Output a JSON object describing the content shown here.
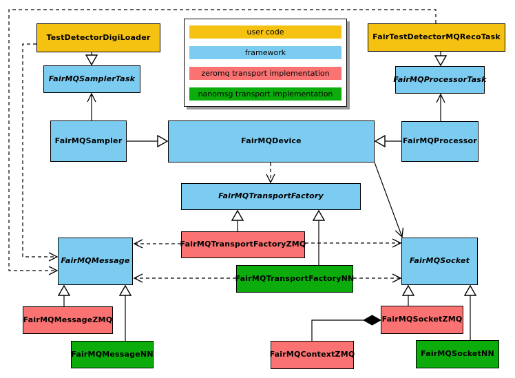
{
  "legend": {
    "items": [
      {
        "label": "user code",
        "color": "#F5C211"
      },
      {
        "label": "framework",
        "color": "#7CCCF2"
      },
      {
        "label": "zeromq transport implementation",
        "color": "#FA7272"
      },
      {
        "label": "nanomsg transport implementation",
        "color": "#0BAC0B"
      }
    ]
  },
  "colors": {
    "user_code": "#F5C211",
    "framework": "#7CCCF2",
    "zeromq": "#FA7272",
    "nanomsg": "#0BAC0B",
    "line": "#000000",
    "legend_shadow": "#9A9A9A",
    "background": "#FFFFFF"
  },
  "nodes": {
    "digiloader": {
      "label": "TestDetectorDigiLoader",
      "category": "user code",
      "abstract": false
    },
    "samplertask": {
      "label": "FairMQSamplerTask",
      "category": "framework",
      "abstract": true
    },
    "sampler": {
      "label": "FairMQSampler",
      "category": "framework",
      "abstract": false
    },
    "recotask": {
      "label": "FairTestDetectorMQRecoTask",
      "category": "user code",
      "abstract": false
    },
    "processortask": {
      "label": "FairMQProcessorTask",
      "category": "framework",
      "abstract": true
    },
    "processor": {
      "label": "FairMQProcessor",
      "category": "framework",
      "abstract": false
    },
    "device": {
      "label": "FairMQDevice",
      "category": "framework",
      "abstract": false
    },
    "factory": {
      "label": "FairMQTransportFactory",
      "category": "framework",
      "abstract": true
    },
    "factoryzmq": {
      "label": "FairMQTransportFactoryZMQ",
      "category": "zeromq",
      "abstract": false
    },
    "factorynn": {
      "label": "FairMQTransportFactoryNN",
      "category": "nanomsg",
      "abstract": false
    },
    "message": {
      "label": "FairMQMessage",
      "category": "framework",
      "abstract": true
    },
    "socket": {
      "label": "FairMQSocket",
      "category": "framework",
      "abstract": true
    },
    "messagezmq": {
      "label": "FairMQMessageZMQ",
      "category": "zeromq",
      "abstract": false
    },
    "messagenn": {
      "label": "FairMQMessageNN",
      "category": "nanomsg",
      "abstract": false
    },
    "contextzmq": {
      "label": "FairMQContextZMQ",
      "category": "zeromq",
      "abstract": false
    },
    "socketzmq": {
      "label": "FairMQSocketZMQ",
      "category": "zeromq",
      "abstract": false
    },
    "socketnn": {
      "label": "FairMQSocketNN",
      "category": "nanomsg",
      "abstract": false
    }
  },
  "relationships": [
    {
      "from": "TestDetectorDigiLoader",
      "to": "FairMQSamplerTask",
      "type": "inheritance"
    },
    {
      "from": "FairTestDetectorMQRecoTask",
      "to": "FairMQProcessorTask",
      "type": "inheritance"
    },
    {
      "from": "FairMQSampler",
      "to": "FairMQDevice",
      "type": "inheritance"
    },
    {
      "from": "FairMQProcessor",
      "to": "FairMQDevice",
      "type": "inheritance"
    },
    {
      "from": "FairMQSampler",
      "to": "FairMQSamplerTask",
      "type": "association"
    },
    {
      "from": "FairMQProcessor",
      "to": "FairMQProcessorTask",
      "type": "association"
    },
    {
      "from": "FairMQDevice",
      "to": "FairMQTransportFactory",
      "type": "dependency"
    },
    {
      "from": "FairMQDevice",
      "to": "FairMQSocket",
      "type": "association"
    },
    {
      "from": "FairMQTransportFactoryZMQ",
      "to": "FairMQTransportFactory",
      "type": "inheritance"
    },
    {
      "from": "FairMQTransportFactoryNN",
      "to": "FairMQTransportFactory",
      "type": "inheritance"
    },
    {
      "from": "FairMQTransportFactoryZMQ",
      "to": "FairMQMessage",
      "type": "dependency"
    },
    {
      "from": "FairMQTransportFactoryZMQ",
      "to": "FairMQSocket",
      "type": "dependency"
    },
    {
      "from": "FairMQTransportFactoryNN",
      "to": "FairMQMessage",
      "type": "dependency"
    },
    {
      "from": "FairMQTransportFactoryNN",
      "to": "FairMQSocket",
      "type": "dependency"
    },
    {
      "from": "FairMQMessageZMQ",
      "to": "FairMQMessage",
      "type": "inheritance"
    },
    {
      "from": "FairMQMessageNN",
      "to": "FairMQMessage",
      "type": "inheritance"
    },
    {
      "from": "FairMQSocketZMQ",
      "to": "FairMQSocket",
      "type": "inheritance"
    },
    {
      "from": "FairMQSocketNN",
      "to": "FairMQSocket",
      "type": "inheritance"
    },
    {
      "from": "FairMQContextZMQ",
      "to": "FairMQSocketZMQ",
      "type": "composition"
    },
    {
      "from": "TestDetectorDigiLoader",
      "to": "FairMQMessage",
      "type": "dependency"
    },
    {
      "from": "FairTestDetectorMQRecoTask",
      "to": "FairMQMessage",
      "type": "dependency"
    }
  ]
}
